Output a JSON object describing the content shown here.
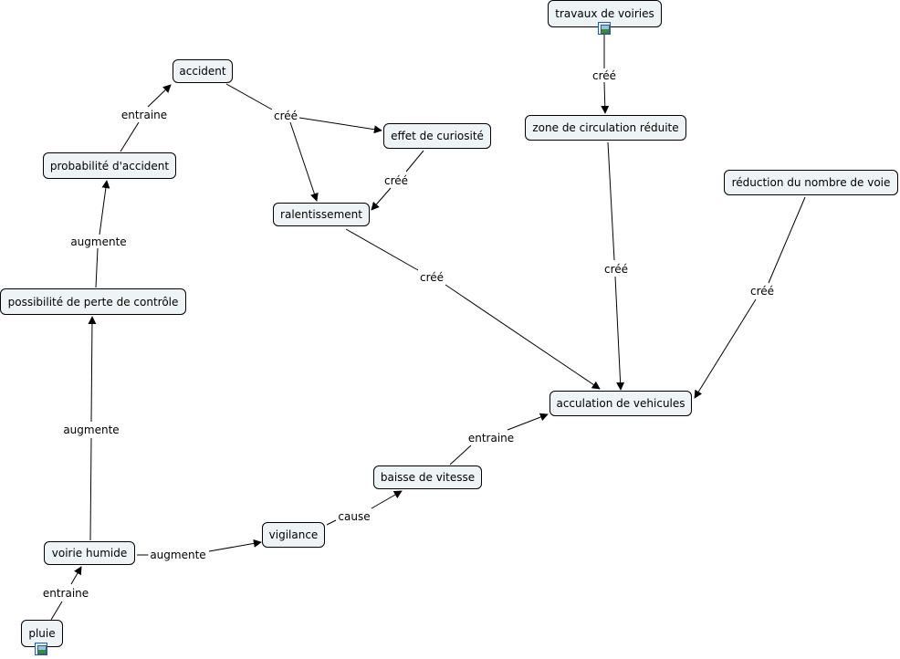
{
  "nodes": {
    "travaux": "travaux de voiries",
    "accident": "accident",
    "zone": "zone de circulation réduite",
    "curiosite": "effet de curiosité",
    "probabilite": "probabilité d'accident",
    "reduction": "réduction du nombre de voie",
    "ralentissement": "ralentissement",
    "perte_controle": "possibilité de perte de contrôle",
    "accumulation": "acculation de vehicules",
    "baisse": "baisse de vitesse",
    "vigilance": "vigilance",
    "voirie": "voirie humide",
    "pluie": "pluie"
  },
  "links": {
    "cree_travaux": "créé",
    "entraine_accident": "entraine",
    "cree_accident": "créé",
    "cree_curiosite": "créé",
    "augmente_probabilite": "augmente",
    "cree_ralentissement": "créé",
    "cree_zone": "créé",
    "cree_reduction": "créé",
    "augmente_perte": "augmente",
    "entraine_baisse": "entraine",
    "cause_vigilance": "cause",
    "augmente_vigilance": "augmente",
    "entraine_pluie": "entraine"
  }
}
